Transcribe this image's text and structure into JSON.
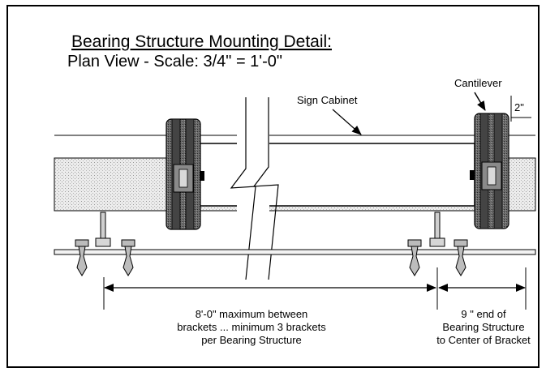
{
  "title": {
    "line1": "Bearing Structure Mounting Detail:",
    "line2": "Plan View - Scale: 3/4\" = 1'-0\""
  },
  "labels": {
    "sign_cabinet": "Sign Cabinet",
    "cantilever": "Cantilever",
    "two_inch": "2\"",
    "spacing_note": {
      "line1": "8'-0\" maximum between",
      "line2": "brackets ... minimum 3 brackets",
      "line3": "per Bearing Structure"
    },
    "end_note": {
      "line1": "9 \" end of",
      "line2": "Bearing Structure",
      "line3": "to Center of Bracket"
    }
  },
  "colors": {
    "frame": "#000000",
    "hatch_fill": "#e6e6e6",
    "bracket_dark": "#3f3f3f",
    "bracket_mid": "#8a8a8a",
    "cabinet_fill": "#ffffff"
  }
}
